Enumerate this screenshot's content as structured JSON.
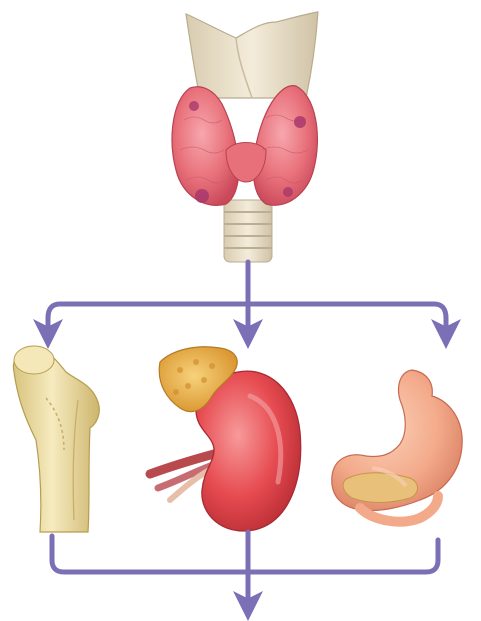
{
  "diagram": {
    "organs": [
      {
        "id": "thyroid",
        "icon": "thyroid-gland-icon"
      },
      {
        "id": "bone",
        "icon": "femur-bone-icon"
      },
      {
        "id": "kidney",
        "icon": "kidney-with-adrenal-icon"
      },
      {
        "id": "stomach",
        "icon": "stomach-icon"
      }
    ],
    "colors": {
      "arrow": "#7b6fb6",
      "thyroid": "#e8707a",
      "cartilage": "#efe4cc",
      "trachea": "#d9cfbb",
      "bone": "#efe0a4",
      "kidney": "#e64b50",
      "adrenal": "#e9b04a",
      "stomach": "#f3aa8a",
      "pancreas": "#e8c07a"
    }
  }
}
